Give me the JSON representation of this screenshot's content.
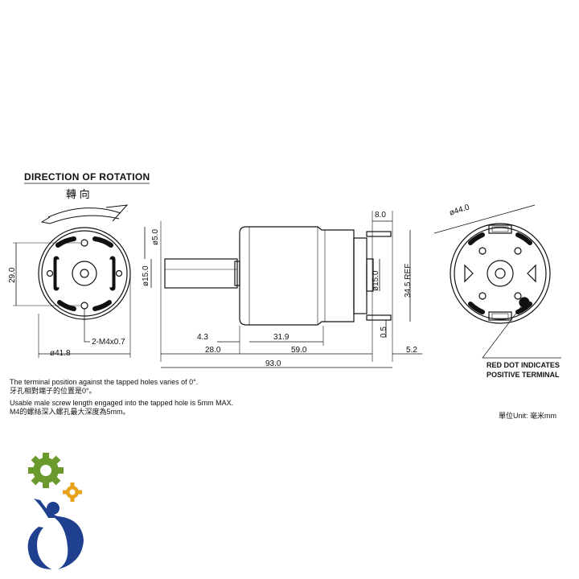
{
  "header": {
    "direction_en": "DIRECTION OF ROTATION",
    "direction_zh": "轉 向"
  },
  "dims": {
    "d_41_8": "ø41.8",
    "d_29_0": "29.0",
    "screw": "2-M4x0.7",
    "d_5_0": "ø5.0",
    "d_15_0_left": "ø15.0",
    "d_8_0": "8.0",
    "d_15_0_right": "ø15.0",
    "d_34_5": "34.5 REF",
    "d_4_3": "4.3",
    "d_31_9": "31.9",
    "d_0_5": "0.5",
    "d_28_0": "28.0",
    "d_59_0": "59.0",
    "d_5_2": "5.2",
    "d_93_0": "93.0",
    "d_44_0": "ø44.0"
  },
  "callout": {
    "line1": "RED DOT INDICATES",
    "line2": "POSITIVE TERMINAL"
  },
  "notes": {
    "line1": "The terminal position against the tapped holes varies of 0°.",
    "line2": "牙孔相對端子的位置是0°。",
    "line3": "Usable male screw length engaged into the tapped hole is 5mm MAX.",
    "line4": "M4的螺絲深入螺孔最大深度為5mm。"
  },
  "unit": "單位Unit: 毫米mm",
  "colors": {
    "ink": "#111111",
    "logo_blue": "#1f3f8f",
    "logo_green": "#6a9a2e",
    "logo_orange": "#e8a21a"
  }
}
